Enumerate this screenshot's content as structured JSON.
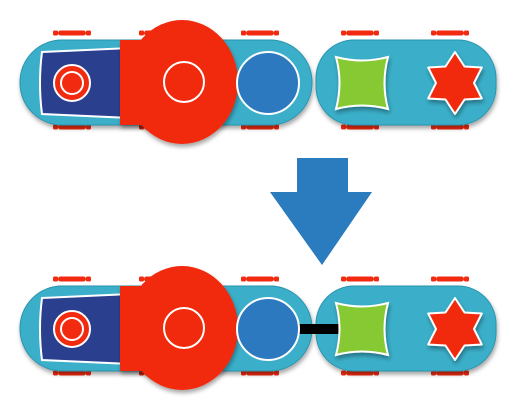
{
  "diagram": {
    "stages": [
      {
        "id": "before",
        "connector": false
      },
      {
        "id": "after",
        "connector": true
      }
    ],
    "transition_arrow": "down-arrow",
    "parts": {
      "left_module": [
        "end-cap",
        "ring-button",
        "drum-wheel",
        "round-socket"
      ],
      "right_module": [
        "square-socket",
        "star-socket"
      ]
    }
  },
  "colors": {
    "body": "#3aafc9",
    "body_edge": "#2a94ad",
    "cap": "#2b3f8f",
    "red": "#f22a0f",
    "red_dark": "#b81a05",
    "blue_socket": "#2d79c0",
    "green": "#86c932",
    "arrow": "#2b7bbf",
    "connector": "#000000",
    "white": "#ffffff"
  }
}
